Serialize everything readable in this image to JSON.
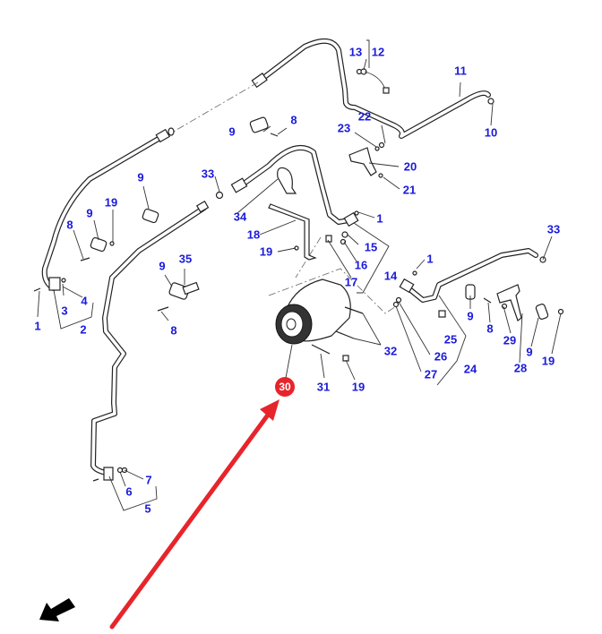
{
  "diagram": {
    "type": "exploded-parts-diagram",
    "subject": "Air conditioning compressor and refrigerant lines",
    "highlighted_part": {
      "label": "30",
      "color": "#e8242b",
      "arrow_color": "#e8242b"
    },
    "callouts": [
      {
        "id": "c1a",
        "label": "1"
      },
      {
        "id": "c2",
        "label": "2"
      },
      {
        "id": "c3",
        "label": "3"
      },
      {
        "id": "c4",
        "label": "4"
      },
      {
        "id": "c5",
        "label": "5"
      },
      {
        "id": "c6",
        "label": "6"
      },
      {
        "id": "c7",
        "label": "7"
      },
      {
        "id": "c8a",
        "label": "8"
      },
      {
        "id": "c8b",
        "label": "8"
      },
      {
        "id": "c8c",
        "label": "8"
      },
      {
        "id": "c8d",
        "label": "8"
      },
      {
        "id": "c9a",
        "label": "9"
      },
      {
        "id": "c9b",
        "label": "9"
      },
      {
        "id": "c9c",
        "label": "9"
      },
      {
        "id": "c9d",
        "label": "9"
      },
      {
        "id": "c9e",
        "label": "9"
      },
      {
        "id": "c9f",
        "label": "9"
      },
      {
        "id": "c10",
        "label": "10"
      },
      {
        "id": "c11",
        "label": "11"
      },
      {
        "id": "c12",
        "label": "12"
      },
      {
        "id": "c13",
        "label": "13"
      },
      {
        "id": "c14",
        "label": "14"
      },
      {
        "id": "c15",
        "label": "15"
      },
      {
        "id": "c16",
        "label": "16"
      },
      {
        "id": "c17",
        "label": "17"
      },
      {
        "id": "c18",
        "label": "18"
      },
      {
        "id": "c19a",
        "label": "19"
      },
      {
        "id": "c19b",
        "label": "19"
      },
      {
        "id": "c19c",
        "label": "19"
      },
      {
        "id": "c19d",
        "label": "19"
      },
      {
        "id": "c20",
        "label": "20"
      },
      {
        "id": "c21",
        "label": "21"
      },
      {
        "id": "c22",
        "label": "22"
      },
      {
        "id": "c23",
        "label": "23"
      },
      {
        "id": "c24",
        "label": "24"
      },
      {
        "id": "c25",
        "label": "25"
      },
      {
        "id": "c26",
        "label": "26"
      },
      {
        "id": "c27",
        "label": "27"
      },
      {
        "id": "c28",
        "label": "28"
      },
      {
        "id": "c29",
        "label": "29"
      },
      {
        "id": "c31",
        "label": "31"
      },
      {
        "id": "c32",
        "label": "32"
      },
      {
        "id": "c33a",
        "label": "33"
      },
      {
        "id": "c33b",
        "label": "33"
      },
      {
        "id": "c34",
        "label": "34"
      },
      {
        "id": "c35",
        "label": "35"
      },
      {
        "id": "c1b",
        "label": "1"
      },
      {
        "id": "c1c",
        "label": "1"
      }
    ],
    "colors": {
      "callout_text": "#1a1adc",
      "line_art": "#222222",
      "orientation_arrow": "#000000"
    },
    "orientation_arrow": {
      "icon": "direction-arrow-icon",
      "direction": "down-left"
    }
  }
}
